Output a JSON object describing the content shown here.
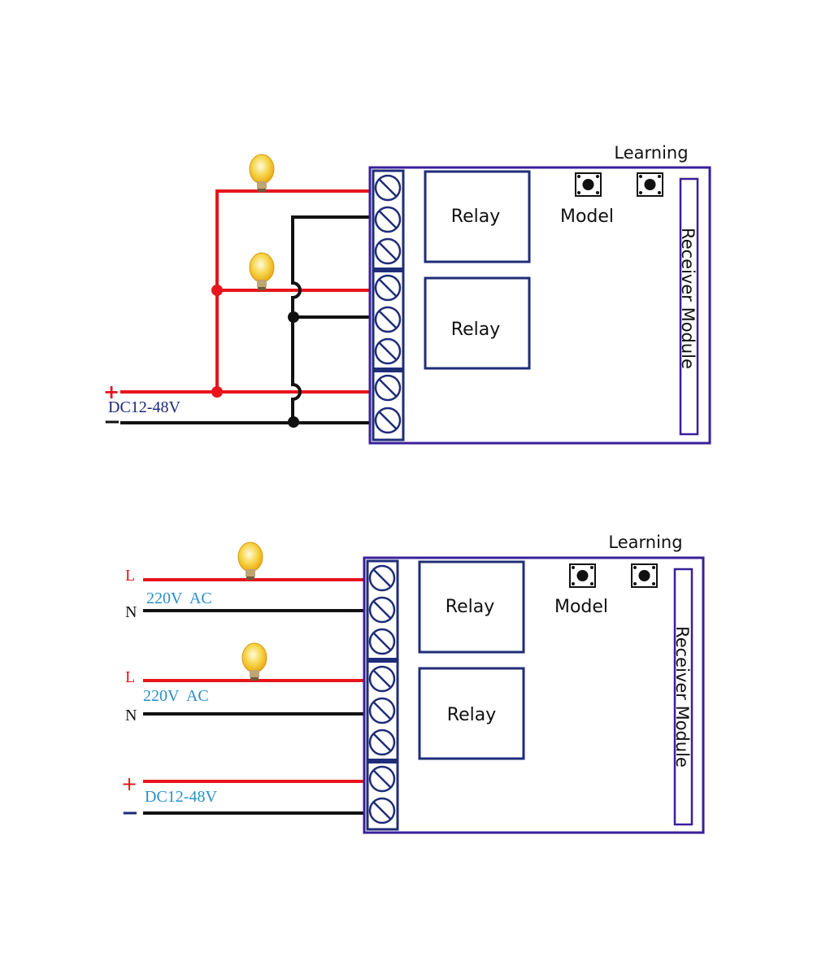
{
  "colors": {
    "board": "#3a1f9b",
    "terminal_block": "#1f2d78",
    "relay_box": "#1f2d78",
    "wire_positive": "#e8141c",
    "wire_negative": "#111111",
    "label_navy": "#1a2a7a",
    "label_cyan": "#2a8fc8",
    "label_red": "#e8141c",
    "bulb_glass": "#f7c531",
    "bulb_base": "#8a7350"
  },
  "icons": [
    "bulb-icon",
    "push-button-icon",
    "screw-terminal-icon"
  ],
  "diagram_top": {
    "learning_label": "Learning",
    "model_label": "Model",
    "relay1_label": "Relay",
    "relay2_label": "Relay",
    "module_label": "Receiver Module",
    "plus_label": "+",
    "minus_label": "−",
    "voltage_label": "DC12-48V"
  },
  "diagram_bottom": {
    "learning_label": "Learning",
    "model_label": "Model",
    "relay1_label": "Relay",
    "relay2_label": "Relay",
    "module_label": "Receiver Module",
    "l1_label": "L",
    "n1_label": "N",
    "ac1_label": "220V  AC",
    "l2_label": "L",
    "n2_label": "N",
    "ac2_label": "220V  AC",
    "plus_label": "+",
    "minus_label": "−",
    "voltage_label": "DC12-48V"
  }
}
